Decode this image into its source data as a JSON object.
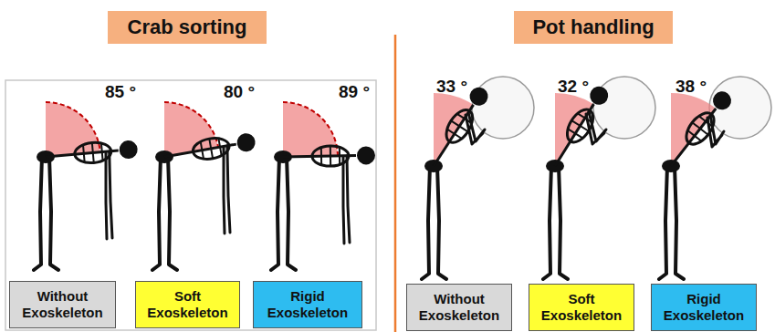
{
  "diagram": {
    "nodes": [
      {
        "text": [
          "Crab sorting"
        ]
      },
      {
        "text": [
          "Pot handling"
        ]
      },
      {
        "text": [
          "Without Exoskeleton"
        ]
      },
      {
        "text": [
          "Soft Exoskeleton"
        ]
      },
      {
        "text": [
          "Rigid Exoskeleton"
        ]
      },
      {
        "text": [
          "Without Exoskeleton"
        ]
      },
      {
        "text": [
          "Soft Exoskeleton"
        ]
      },
      {
        "text": [
          "Rigid Exoskeleton"
        ]
      }
    ],
    "labels": [
      "85 °",
      "80 °",
      "89 °",
      "33 °",
      "32 °",
      "38 °"
    ]
  }
}
